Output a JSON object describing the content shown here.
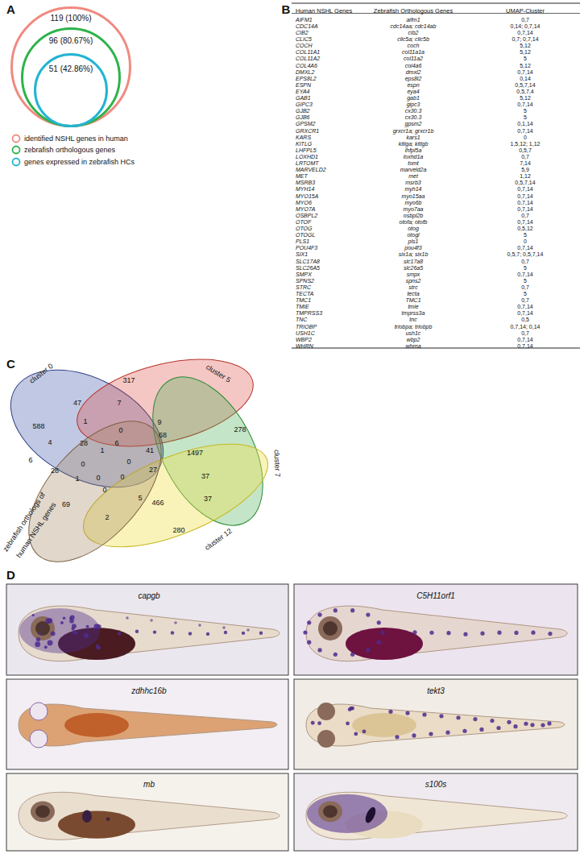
{
  "diagram": {
    "nodes": [
      {
        "text": [
          "119 (100%)"
        ]
      },
      {
        "text": [
          "96 (80.67%)"
        ],
        "in": 0
      },
      {
        "text": [
          "51 (42.86%)"
        ],
        "in": 1
      }
    ],
    "labels": [
      "A",
      "B",
      "Human NSHL Genes",
      "Zebrafish Orthologous Genes",
      "UMAP-Cluster",
      "AIFM1",
      "aifm1",
      "0,7",
      "CDC14A",
      "cdc14aa; cdc14ab",
      "0,14; 0,7,14",
      "CIB2",
      "cib2",
      "0,7,14",
      "CLIC5",
      "clic5a; clic5b",
      "0,7; 0,7,14",
      "COCH",
      "coch",
      "5,12",
      "COL11A1",
      "col11a1a",
      "5,12",
      "COL11A2",
      "col11a2",
      "5",
      "COL4A6",
      "col4a6",
      "5,12",
      "DMXL2",
      "dmxl2",
      "0,7,14",
      "EPS8L2",
      "eps8l2",
      "0,14",
      "ESPN",
      "espn",
      "0,5,7,14",
      "EYA4",
      "eya4",
      "0,5,7,4",
      "GAB1",
      "gab1",
      "5,12",
      "GIPC3",
      "gipc3",
      "0,7,14",
      "GJB2",
      "cx30.3",
      "5",
      "GJB6",
      "cx30.3",
      "5",
      "GPSM2",
      "gpsm2",
      "0,1,14",
      "GRXCR1",
      "grxcr1a; grxcr1b",
      "0,7,14",
      "KARS",
      "kars1",
      "0",
      "KITLG",
      "kitlga; kitlgb",
      "1,5,12; 1,12",
      "LHFPL5",
      "lhfpl5a",
      "0,5,7",
      "LOXHD1",
      "loxhd1a",
      "0,7",
      "LRTOMT",
      "tomt",
      "7,14",
      "MARVELD2",
      "marveld2a",
      "5,9",
      "MET",
      "met",
      "1,12",
      "MSRB3",
      "msrb3",
      "0,5,7,14",
      "MYH14",
      "myh14",
      "0,7,14",
      "MYO15A",
      "myo15aa",
      "0,7,14",
      "MYO6",
      "myo6b",
      "0,7,14",
      "MYO7A",
      "myo7aa",
      "0,7,14",
      "OSBPL2",
      "osbpl2b",
      "0,7",
      "OTOF",
      "otofa; otofb",
      "0,7,14",
      "OTOG",
      "otog",
      "0,5,12",
      "OTOGL",
      "otogl",
      "5",
      "PLS1",
      "pls1",
      "0",
      "POU4F3",
      "pou4f3",
      "0,7,14",
      "SIX1",
      "six1a; six1b",
      "0,5,7; 0,5,7,14",
      "SLC17A8",
      "slc17a8",
      "0,7",
      "SLC26A5",
      "slc26a5",
      "5",
      "SMPX",
      "smpx",
      "0,7,14",
      "SPNS2",
      "spns2",
      "5",
      "STRC",
      "strc",
      "0,7",
      "TECTA",
      "tecta",
      "5",
      "TMC1",
      "TMC1",
      "0,7",
      "TMIE",
      "tmie",
      "0,7,14",
      "TMPRSS3",
      "tmprss3a",
      "0,7,14",
      "TNC",
      "tnc",
      "0,5",
      "TRIOBP",
      "triobpa; triobpb",
      "0,7,14; 0,14",
      "USH1C",
      "ush1c",
      "0,7",
      "WBP2",
      "wbp2",
      "0,7,14",
      "WHRN",
      "whrna",
      "0,7,14",
      "C",
      "cluster 0",
      "cluster 5",
      "cluster 7",
      "zebrafish orthologs of human NSHL genes",
      "cluster 12",
      "588",
      "317",
      "47",
      "7",
      "1",
      "9",
      "0",
      "4",
      "28",
      "6",
      "68",
      "1497",
      "278",
      "0",
      "0",
      "6",
      "28",
      "41",
      "37",
      "1",
      "0",
      "0",
      "27",
      "37",
      "69",
      "1",
      "0",
      "5",
      "466",
      "280",
      "2",
      "D",
      "capgb",
      "C5H11orf1",
      "zdhhc16b",
      "tekt3",
      "mb",
      "s100s"
    ],
    "legend": [
      {
        "text": "identified NSHL genes in human",
        "color": "#f08a80"
      },
      {
        "text": "zebrafish orthologous genes",
        "color": "#2db34a"
      },
      {
        "text": "genes expressed in zebrafish HCs",
        "color": "#22b4d2"
      }
    ]
  }
}
